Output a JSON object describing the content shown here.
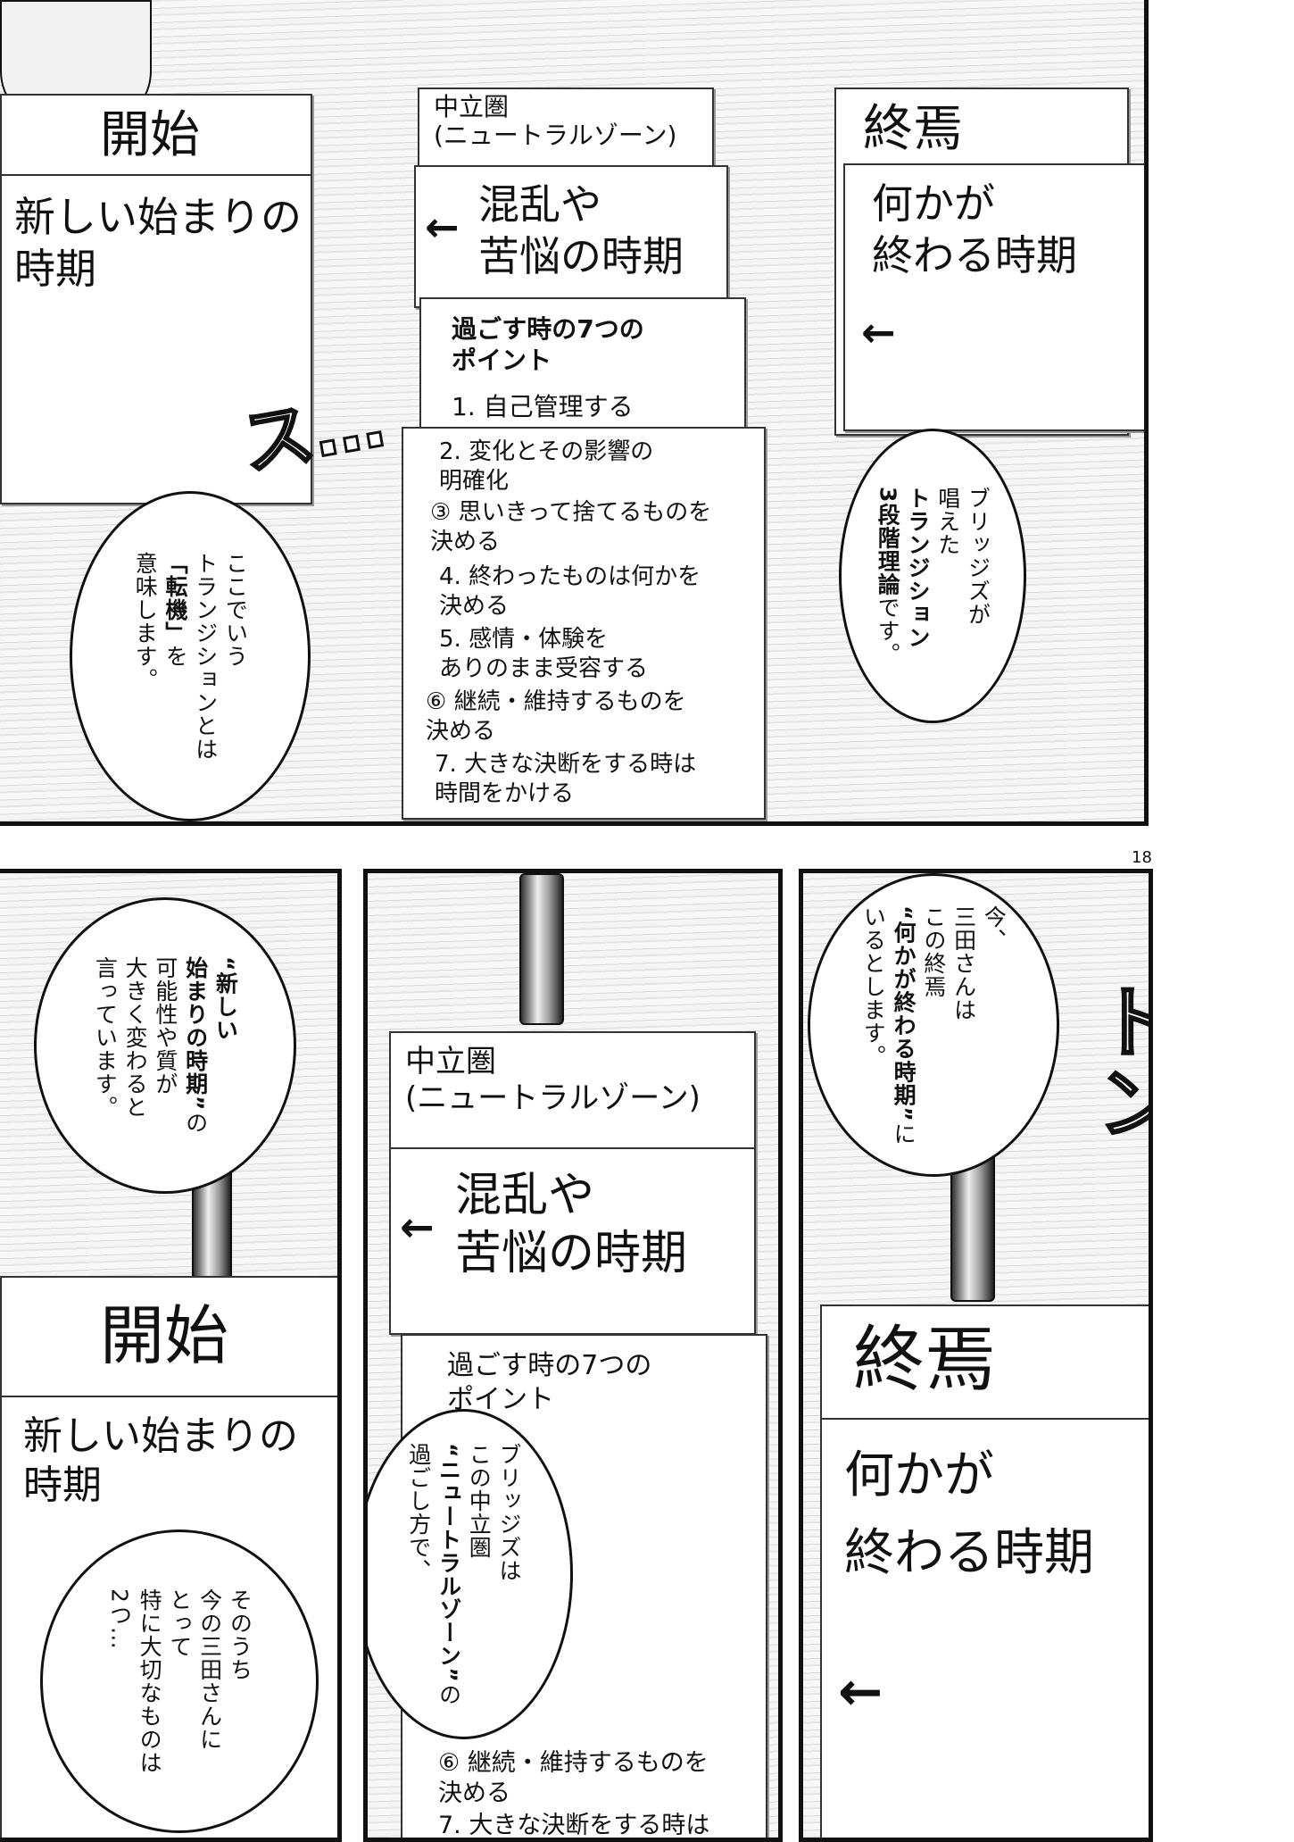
{
  "page_number": "18",
  "cards": {
    "start_title": "開始",
    "start_body": "新しい始まりの\n時期",
    "neutral_title": "中立圏\n(ニュートラルゾーン)",
    "neutral_body": "混乱や\n苦悩の時期",
    "points_title": "過ごす時の7つの\nポイント",
    "points": [
      "1. 自己管理する",
      "2. 変化とその影響の\n明確化",
      "③ 思いきって捨てるものを\n決める",
      "4. 終わったものは何かを\n決める",
      "5. 感情・体験を\nありのまま受容する",
      "⑥ 継続・維持するものを\n決める",
      "7. 大きな決断をする時は\n時間をかける"
    ],
    "end_title": "終焉",
    "end_body": "何かが\n終わる時期",
    "arrow": "←"
  },
  "sfx": {
    "su": "ス…",
    "ton": "トン"
  },
  "bubbles": {
    "bridges_theory": {
      "pre": "ブリッジズが\n唱えた\n",
      "bold": "トランジション\n3段階理論",
      "post": "です。"
    },
    "transition_meaning": {
      "pre": "ここでいう\nトランジションとは\n",
      "bold": "「転機」",
      "post": "を\n意味します。"
    },
    "mita_end": {
      "pre": "今、\n三田さんは\nこの終焉\n",
      "bold": "“何かが終わる時期”",
      "post": "に\nいるとします。"
    },
    "new_beginning": {
      "pre": "",
      "bold": "“新しい\n始まりの時期”",
      "post": "の\n可能性や質が\n大きく変わると\n言っています。"
    },
    "neutral_zone": {
      "pre": "ブリッジズは\nこの中立圏\n",
      "bold": "“ニュートラルゾーン”",
      "post": "の\n過ごし方で、"
    },
    "two_points": {
      "pre": "そのうち\n今の三田さんに\nとって\n特に大切なものは\n2つ…",
      "bold": "",
      "post": ""
    }
  }
}
